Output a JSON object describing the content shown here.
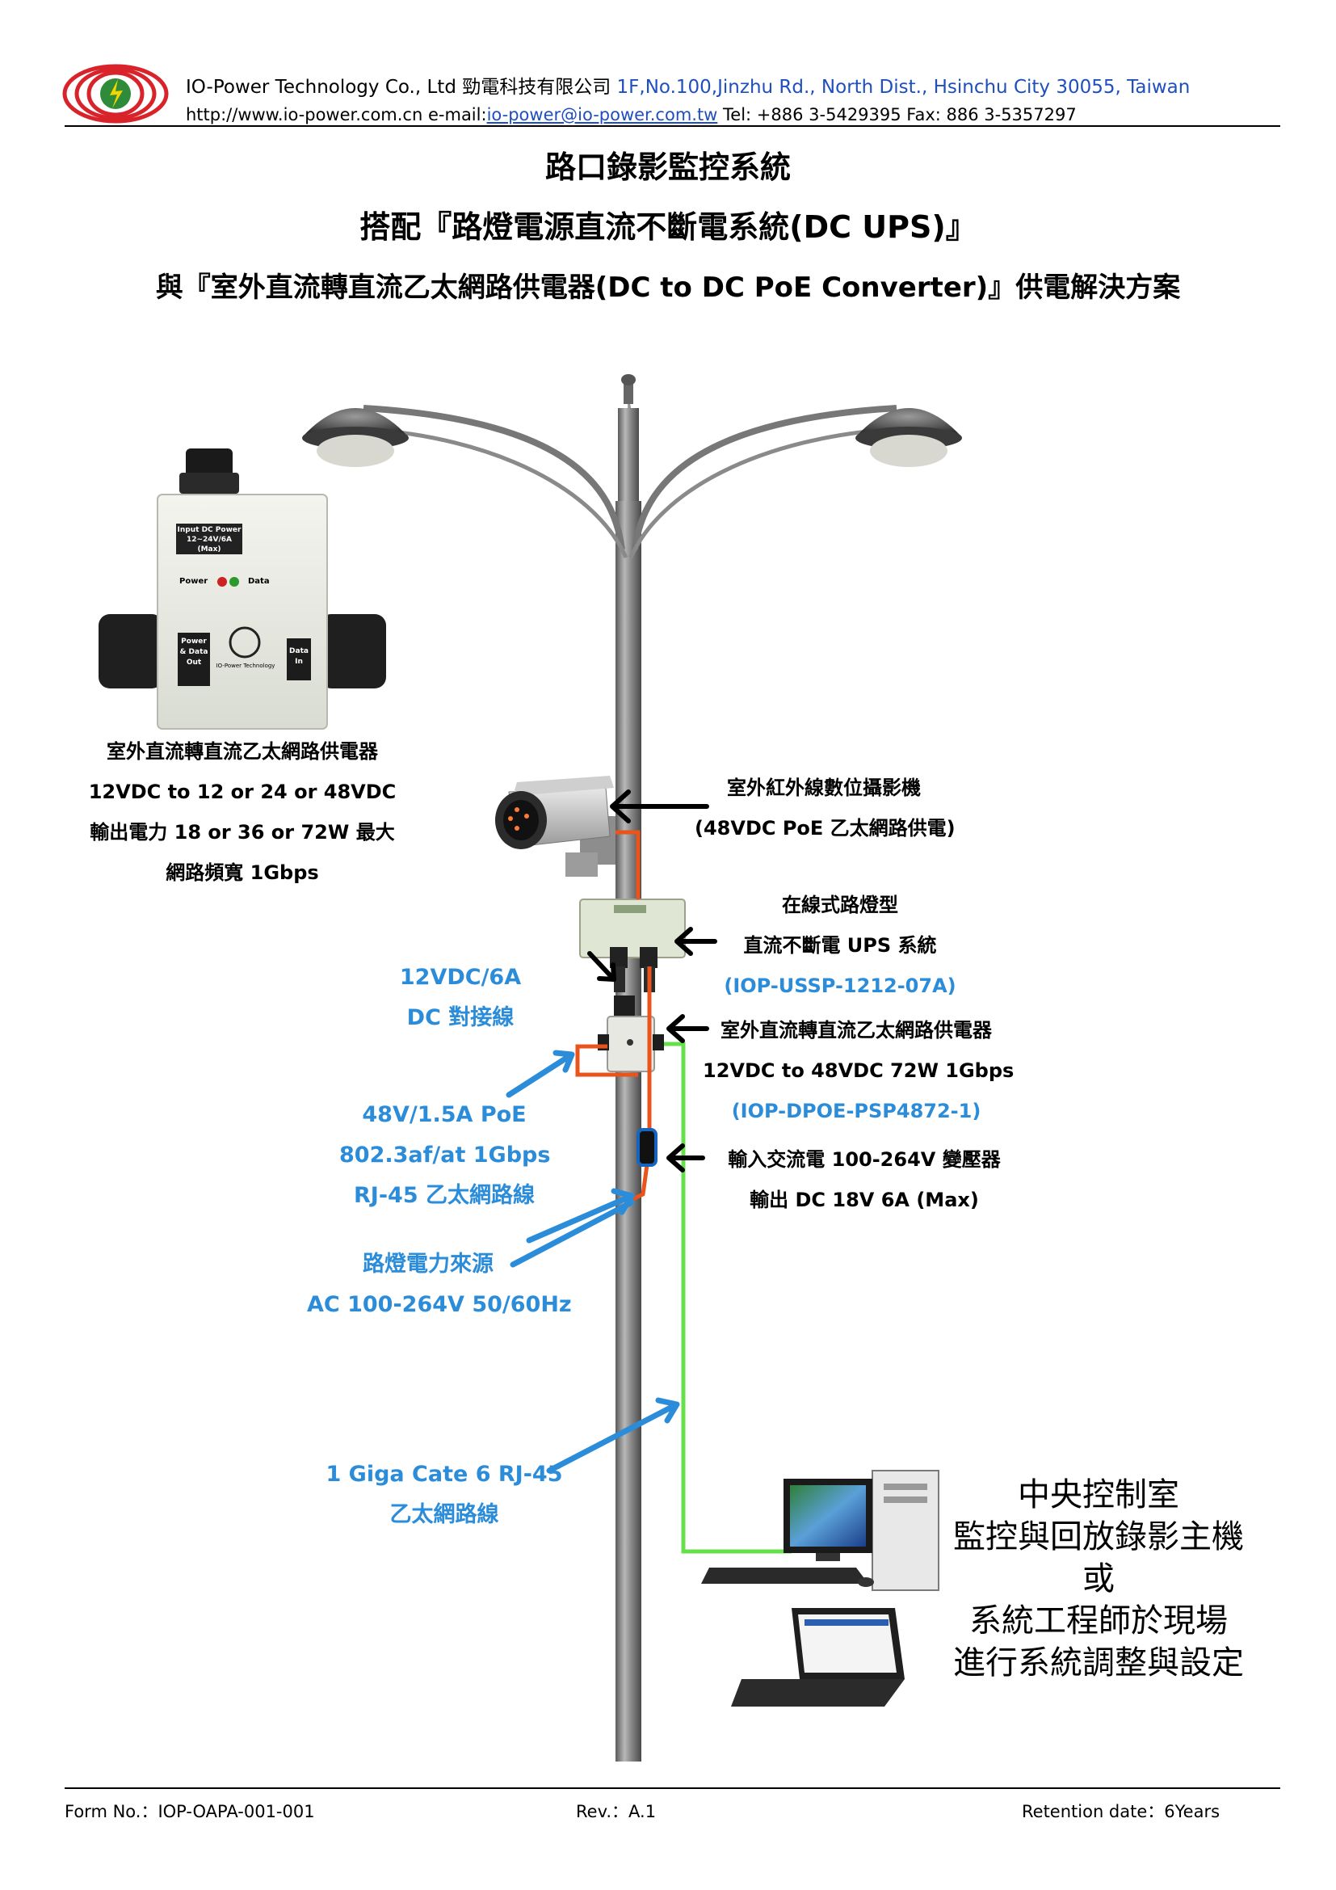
{
  "header": {
    "company_en": "IO-Power Technology Co., Ltd",
    "company_zh": "勁電科技有限公司",
    "address": "1F,No.100,Jinzhu Rd., North Dist., Hsinchu City 30055, Taiwan",
    "website": "http://www.io-power.com.cn",
    "email_label": "e-mail:",
    "email": "io-power@io-power.com.tw",
    "phone": "Tel: +886 3-5429395 Fax: 886 3-5357297"
  },
  "titles": {
    "line1": "路口錄影監控系統",
    "line2": "搭配『路燈電源直流不斷電系統(DC UPS)』",
    "line3": "與『室外直流轉直流乙太網路供電器(DC to DC PoE Converter)』供電解決方案"
  },
  "product_box": {
    "input_label": "Input DC Power",
    "input_spec": "12~24V/6A (Max)",
    "power_led": "Power",
    "data_led": "Data",
    "port_left": "Power & Data Out",
    "port_right": "Data In",
    "brand": "IO-Power Technology"
  },
  "product_caption": [
    "室外直流轉直流乙太網路供電器",
    "12VDC to 12 or 24 or 48VDC",
    "輸出電力 18 or 36 or 72W  最大",
    "網路頻寬 1Gbps"
  ],
  "camera_label": [
    "室外紅外線數位攝影機",
    "(48VDC PoE  乙太網路供電)"
  ],
  "ups_label": [
    "在線式路燈型",
    "直流不斷電  UPS  系統",
    "(IOP-USSP-1212-07A)"
  ],
  "poe_label": [
    "室外直流轉直流乙太網路供電器",
    "12VDC to 48VDC 72W 1Gbps",
    "(IOP-DPOE-PSP4872-1)"
  ],
  "adapter_label": [
    "輸入交流電 100-264V  變壓器",
    "輸出  DC 18V 6A (Max)"
  ],
  "dc_cable_label": [
    "12VDC/6A",
    "DC  對接線"
  ],
  "poe_cable_label": [
    "48V/1.5A PoE",
    "802.3af/at 1Gbps",
    "RJ-45  乙太網路線"
  ],
  "power_source_label": [
    "路燈電力來源",
    "AC 100-264V 50/60Hz"
  ],
  "giga_label": [
    "1 Giga Cate 6 RJ-45",
    "乙太網路線"
  ],
  "control_room": [
    "中央控制室",
    "監控與回放錄影主機",
    "或",
    "系統工程師於現場",
    "進行系統調整與設定"
  ],
  "colors": {
    "header_blue": "#1f4fbf",
    "label_blue": "#2b8cd9",
    "poe_cable": "#e8541b",
    "ethernet_cable": "#66e04a",
    "adapter_border": "#1565c0",
    "arrow_black": "#000000",
    "arrow_blue": "#2b8cd9"
  },
  "footer": {
    "form_no": "Form No.：IOP-OAPA-001-001",
    "rev": "Rev.：A.1",
    "retention": "Retention date：6Years"
  }
}
